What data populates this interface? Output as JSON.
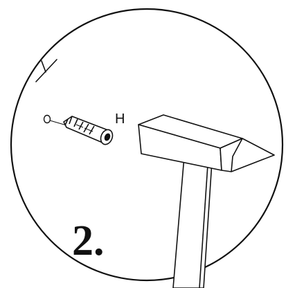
{
  "step": {
    "number_label": "2."
  },
  "parts": {
    "anchor_label": "H",
    "wall_mark_label": "Y"
  },
  "colors": {
    "ink": "#111111",
    "paper": "#ffffff"
  },
  "icons": {
    "wall_anchor": "wall-anchor-icon",
    "hammer": "hammer-icon",
    "drill_hole": "drill-hole-icon",
    "wall_mark": "wall-mark-icon"
  }
}
